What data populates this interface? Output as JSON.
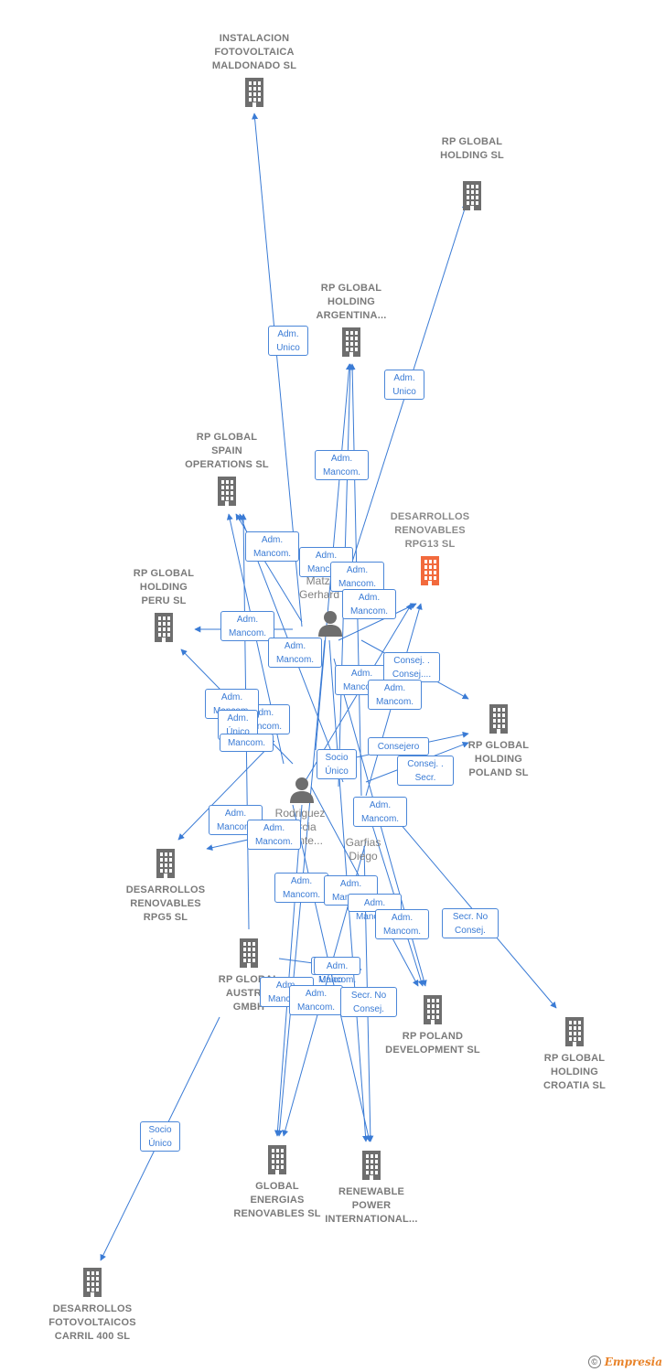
{
  "colors": {
    "edge": "#3a7bd5",
    "building": "#6e6e6e",
    "focus": "#f26a3d",
    "text": "#7a7a7a"
  },
  "nodes": [
    {
      "id": "n1",
      "label": "INSTALACION\nFOTOVOLTAICA\nMALDONADO SL",
      "icon": "building-icon"
    },
    {
      "id": "n2",
      "label": "RP GLOBAL\nHOLDING SL",
      "icon": "building-icon"
    },
    {
      "id": "n3",
      "label": "RP GLOBAL\nHOLDING\nARGENTINA...",
      "icon": "building-icon"
    },
    {
      "id": "n4",
      "label": "RP GLOBAL\nSPAIN\nOPERATIONS SL",
      "icon": "building-icon"
    },
    {
      "id": "n5",
      "label": "DESARROLLOS\nRENOVABLES\nRPG13  SL",
      "icon": "building-icon",
      "focus": true
    },
    {
      "id": "n6",
      "label": "RP GLOBAL\nHOLDING\nPERU  SL",
      "icon": "building-icon"
    },
    {
      "id": "n7",
      "label": "RP GLOBAL\nHOLDING\nPOLAND SL",
      "icon": "building-icon"
    },
    {
      "id": "n8",
      "label": "DESARROLLOS\nRENOVABLES\nRPG5  SL",
      "icon": "building-icon"
    },
    {
      "id": "n9",
      "label": "RP GLOBAL\nAUSTRIA\nGMBH",
      "icon": "building-icon"
    },
    {
      "id": "n10",
      "label": "RP POLAND\nDEVELOPMENT SL",
      "icon": "building-icon"
    },
    {
      "id": "n11",
      "label": "RP GLOBAL\nHOLDING\nCROATIA SL",
      "icon": "building-icon"
    },
    {
      "id": "n12",
      "label": "GLOBAL\nENERGIAS\nRENOVABLES SL",
      "icon": "building-icon"
    },
    {
      "id": "n13",
      "label": "RENEWABLE\nPOWER\nINTERNATIONAL...",
      "icon": "building-icon"
    },
    {
      "id": "n14",
      "label": "DESARROLLOS\nFOTOVOLTAICOS\nCARRIL 400  SL",
      "icon": "building-icon"
    }
  ],
  "persons": [
    {
      "id": "p1",
      "label": "Matzi\nGerhard",
      "icon": "person-icon"
    },
    {
      "id": "p2",
      "label": "Rodriguez\nGarcia\nVicente...",
      "icon": "person-icon"
    },
    {
      "id": "p3",
      "label": "Garfias\nDiego",
      "icon": "person-icon"
    }
  ],
  "edge_labels": [
    "Adm.\nUnico",
    "Adm.\nUnico",
    "Adm.\nMancom.",
    "Adm.\nMancom.",
    "Adm.\nMancom.",
    "Adm.\nMancom.",
    "Adm.\nMancom.",
    "Adm.\nMancom.",
    "Adm.\nMancom.",
    "Adm.\nMancom.",
    "Consej. .\nConsej....",
    "Adm.\nMancom.",
    "Adm.\nMancom.",
    "Adm.\nMancom.",
    "Adm.\nMancom.",
    "Adm.\nÚnico",
    "Mancom.",
    "Consejero",
    "Socio\nÚnico",
    "Consej. .\nSecr.",
    "Adm.\nMancom.",
    "Adm.\nMancom.",
    "Adm.\nMancom.",
    "Adm.\nMancom.",
    "Adm.\nMancom.",
    "Adm.\nMancom.",
    "Adm.\nMancom.",
    "Secr.  No\nConsej.",
    "Socio\nÚnico",
    "Adm.\nMancom.",
    "Adm.\nMancom.",
    "Secr.  No\nConsej.",
    "Socio\nÚnico"
  ],
  "footer": {
    "copyright": "©",
    "brand": "Empresia"
  }
}
